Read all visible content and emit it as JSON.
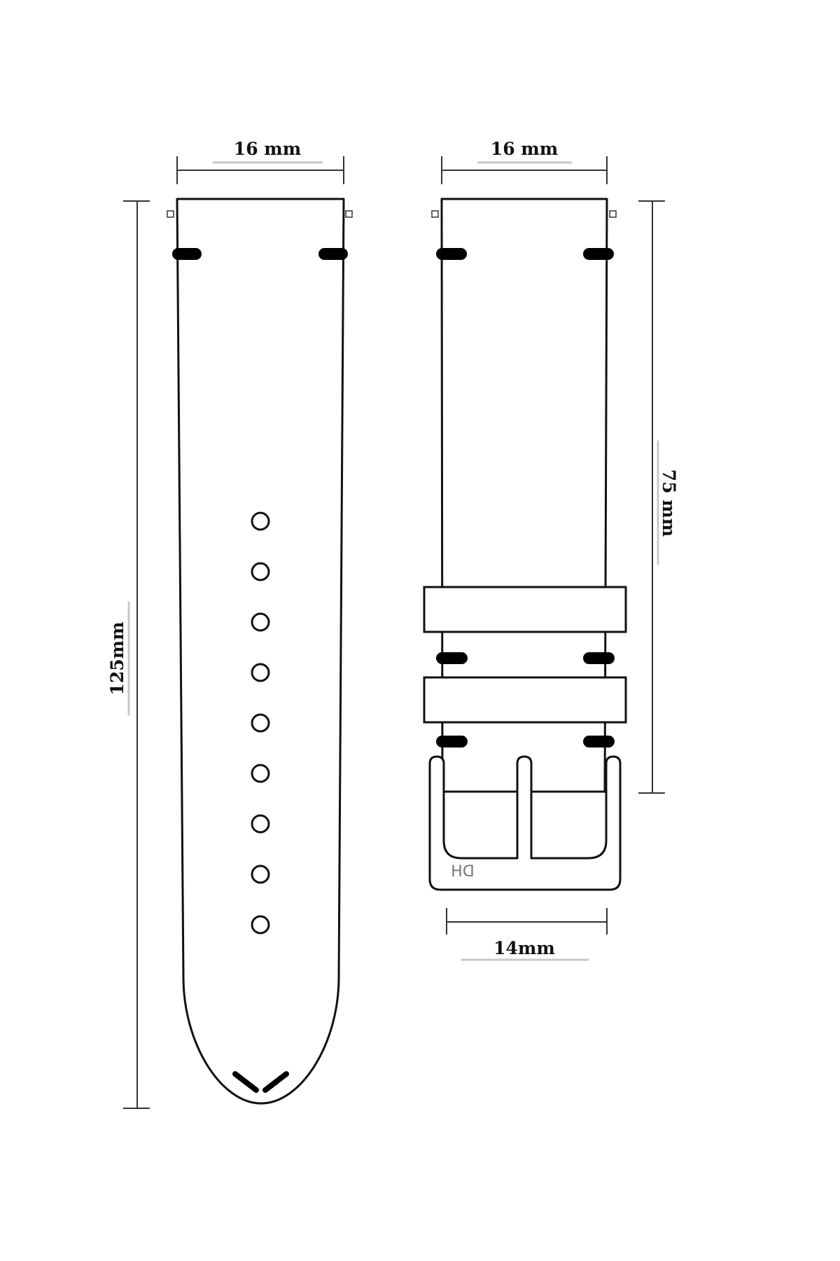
{
  "labels": {
    "long_strap_width": "16 mm",
    "short_strap_width": "16 mm",
    "long_strap_length": "125mm",
    "short_strap_length": "75 mm",
    "buckle_width": "14mm"
  },
  "buckle_logo": "DH",
  "holes": {
    "count": 9
  }
}
